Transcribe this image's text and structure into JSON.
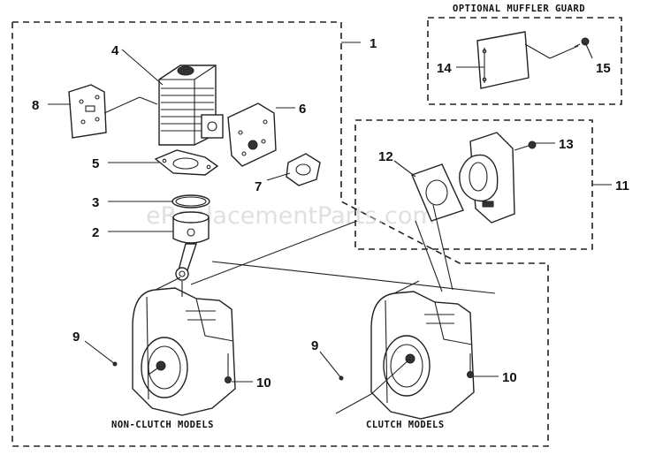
{
  "labels": {
    "l1": "1",
    "l2": "2",
    "l3": "3",
    "l4": "4",
    "l5": "5",
    "l6": "6",
    "l7": "7",
    "l8": "8",
    "l9a": "9",
    "l9b": "9",
    "l10a": "10",
    "l10b": "10",
    "l11": "11",
    "l12": "12",
    "l13": "13",
    "l14": "14",
    "l15": "15"
  },
  "captions": {
    "optional_guard": "OPTIONAL MUFFLER GUARD",
    "non_clutch": "NON-CLUTCH MODELS",
    "clutch": "CLUTCH MODELS"
  },
  "watermark": "eReplacementParts.com",
  "colors": {
    "ink": "#222222",
    "watermark": "#c8c8c8",
    "background": "#ffffff"
  }
}
